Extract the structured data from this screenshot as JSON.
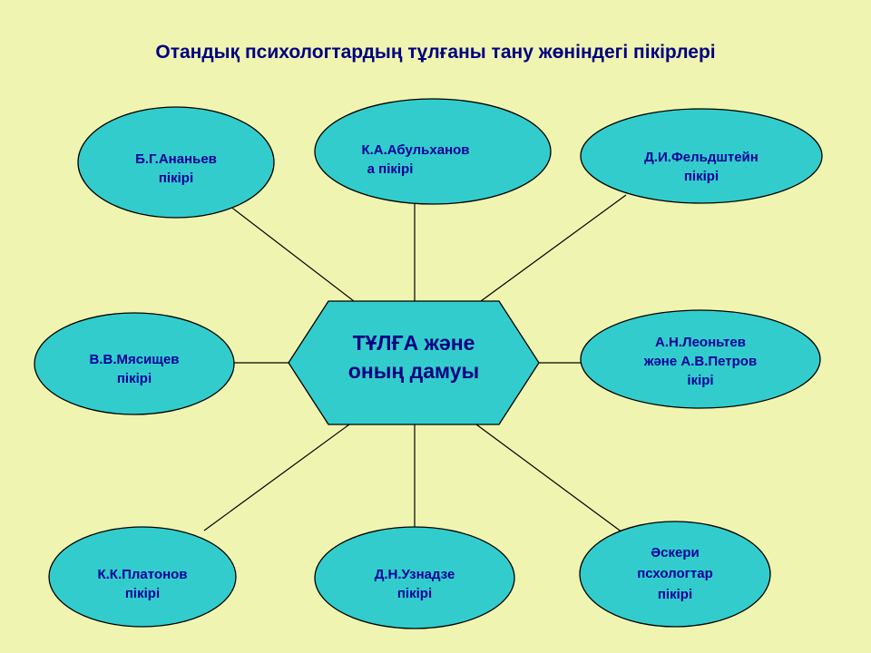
{
  "title": "Отандық психологтардың тұлғаны тану жөніндегі пікірлері",
  "center": {
    "lines": [
      "ТҰЛҒА және",
      "оның дамуы"
    ]
  },
  "nodes": [
    {
      "lines": [
        "Б.Г.Ананьев",
        "пікірі"
      ]
    },
    {
      "lines": [
        "К.А.Абульханов",
        "а пікірі"
      ]
    },
    {
      "lines": [
        "Д.И.Фельдштейн",
        "пікірі"
      ]
    },
    {
      "lines": [
        "В.В.Мясищев",
        "пікірі"
      ]
    },
    {
      "lines": [
        "А.Н.Леоньтев",
        "және А.В.Петров",
        "ікірі"
      ]
    },
    {
      "lines": [
        "К.К.Платонов",
        "пікірі"
      ]
    },
    {
      "lines": [
        "Д.Н.Узнадзе",
        "пікірі"
      ]
    },
    {
      "lines": [
        "Әскери",
        "псхологтар",
        "пікірі"
      ]
    }
  ],
  "colors": {
    "background": "#EFF5B0",
    "node_fill": "#33CCCC",
    "text": "#000099"
  }
}
